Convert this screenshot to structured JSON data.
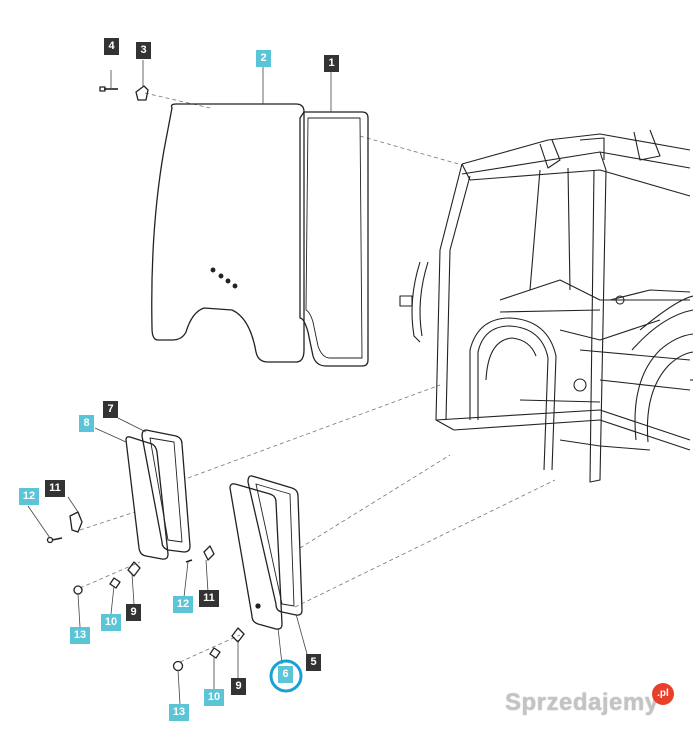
{
  "diagram": {
    "callouts": [
      {
        "id": "c4",
        "label": "4",
        "style": "dark"
      },
      {
        "id": "c3",
        "label": "3",
        "style": "dark"
      },
      {
        "id": "c2",
        "label": "2",
        "style": "cyan"
      },
      {
        "id": "c1",
        "label": "1",
        "style": "dark"
      },
      {
        "id": "c7",
        "label": "7",
        "style": "dark"
      },
      {
        "id": "c8",
        "label": "8",
        "style": "cyan"
      },
      {
        "id": "c12a",
        "label": "12",
        "style": "cyan"
      },
      {
        "id": "c11a",
        "label": "11",
        "style": "dark"
      },
      {
        "id": "c12b",
        "label": "12",
        "style": "cyan"
      },
      {
        "id": "c11b",
        "label": "11",
        "style": "dark"
      },
      {
        "id": "c9a",
        "label": "9",
        "style": "dark"
      },
      {
        "id": "c10a",
        "label": "10",
        "style": "cyan"
      },
      {
        "id": "c13a",
        "label": "13",
        "style": "cyan"
      },
      {
        "id": "c5",
        "label": "5",
        "style": "dark"
      },
      {
        "id": "c6",
        "label": "6",
        "style": "cyan",
        "highlighted": true
      },
      {
        "id": "c9b",
        "label": "9",
        "style": "dark"
      },
      {
        "id": "c10b",
        "label": "10",
        "style": "cyan"
      },
      {
        "id": "c13b",
        "label": "13",
        "style": "cyan"
      }
    ],
    "highlight_color": "#1aa0d8"
  },
  "watermark": {
    "text": "Sprzedajemy",
    "suffix": ".pl"
  }
}
